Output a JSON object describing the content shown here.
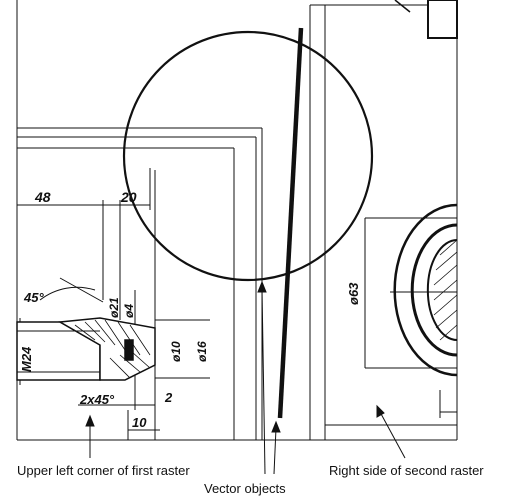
{
  "captions": {
    "left": "Upper left corner of first raster",
    "middle": "Vector objects",
    "right": "Right side of second raster"
  },
  "dimensions": {
    "d48": "48",
    "d20": "20",
    "d45deg": "45°",
    "m24": "M24",
    "d21": "ø21",
    "d4": "ø4",
    "d10": "ø10",
    "d16": "ø16",
    "chamfer": "2x45°",
    "d2": "2",
    "d10b": "10",
    "d63": "ø63"
  }
}
